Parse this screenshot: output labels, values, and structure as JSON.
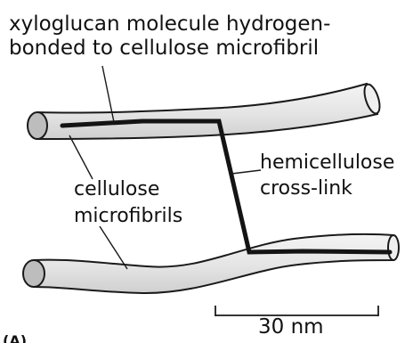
{
  "labels": {
    "xyloglucan_line1": "xyloglucan molecule hydrogen-",
    "xyloglucan_line2": "bonded to cellulose microfibril",
    "cellulose_line1": "cellulose",
    "cellulose_line2": "microfibrils",
    "hemicellulose_line1": "hemicellulose",
    "hemicellulose_line2": "cross-link",
    "scale_bar": "30 nm",
    "panel_letter": "(A)"
  },
  "colors": {
    "fibril_fill": "#e6e6e6",
    "fibril_end": "#bdbdbd",
    "outline": "#1a1a1a",
    "molecule": "#141414"
  }
}
